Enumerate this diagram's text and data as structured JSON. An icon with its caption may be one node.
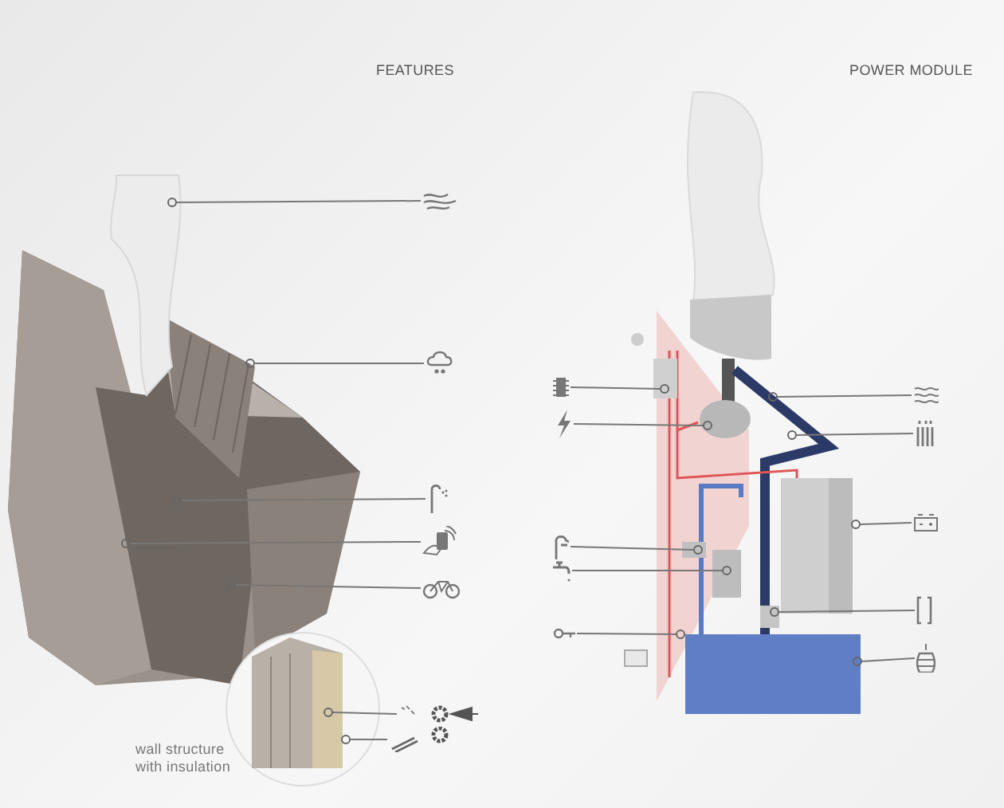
{
  "diagram": {
    "nodes": [
      {
        "text": [],
        "shape": "circle"
      },
      {
        "text": [],
        "shape": "circle"
      },
      {
        "text": [],
        "shape": "circle"
      },
      {
        "text": [],
        "shape": "circle"
      },
      {
        "text": [],
        "shape": "circle"
      },
      {
        "text": [],
        "shape": "circle"
      },
      {
        "text": [],
        "shape": "circle"
      },
      {
        "text": [],
        "shape": "picture"
      },
      {
        "text": [],
        "shape": "picture"
      },
      {
        "text": [],
        "shape": "picture"
      },
      {
        "text": [],
        "shape": "picture"
      },
      {
        "text": [],
        "shape": "picture"
      },
      {
        "text": [],
        "shape": "picture"
      },
      {
        "text": [],
        "shape": "picture"
      },
      {
        "text": [],
        "shape": "circle"
      },
      {
        "text": [],
        "shape": "circle"
      },
      {
        "text": [],
        "shape": "circle"
      },
      {
        "text": [],
        "shape": "circle"
      },
      {
        "text": [],
        "shape": "circle"
      },
      {
        "text": [],
        "shape": "circle"
      },
      {
        "text": [],
        "shape": "circle"
      },
      {
        "text": [],
        "shape": "circle"
      },
      {
        "text": [],
        "shape": "circle"
      },
      {
        "text": [],
        "shape": "circle"
      },
      {
        "text": [],
        "shape": "box"
      },
      {
        "text": [],
        "shape": "picture"
      },
      {
        "text": [],
        "shape": "picture"
      },
      {
        "text": [],
        "shape": "picture"
      },
      {
        "text": [],
        "shape": "picture"
      },
      {
        "text": [],
        "shape": "picture"
      },
      {
        "text": [],
        "shape": "picture"
      },
      {
        "text": [],
        "shape": "box"
      },
      {
        "text": [],
        "shape": "picture"
      },
      {
        "text": [],
        "shape": "picture"
      }
    ],
    "edges": [
      {
        "from": 0,
        "to": 7,
        "arrow": "none"
      },
      {
        "from": 1,
        "to": 8,
        "arrow": "none"
      },
      {
        "from": 2,
        "to": 9,
        "arrow": "none"
      },
      {
        "from": 3,
        "to": 10,
        "arrow": "none"
      },
      {
        "from": 4,
        "to": 11,
        "arrow": "none"
      },
      {
        "from": 5,
        "to": 12,
        "arrow": "none"
      },
      {
        "from": 6,
        "to": 13,
        "arrow": "none"
      },
      {
        "from": 14,
        "to": 24,
        "arrow": "none"
      },
      {
        "from": 15,
        "to": 25,
        "arrow": "none"
      },
      {
        "from": 16,
        "to": 26,
        "arrow": "none"
      },
      {
        "from": 17,
        "to": 27,
        "arrow": "none"
      },
      {
        "from": 18,
        "to": 28,
        "arrow": "none"
      },
      {
        "from": 19,
        "to": 29,
        "arrow": "none"
      },
      {
        "from": 20,
        "to": 30,
        "arrow": "none"
      },
      {
        "from": 21,
        "to": 31,
        "arrow": "none"
      },
      {
        "from": 22,
        "to": 32,
        "arrow": "none"
      },
      {
        "from": 23,
        "to": 33,
        "arrow": "none"
      }
    ],
    "labels": [
      "FEATURES",
      "POWER MODULE",
      "wall structure with insulation"
    ]
  }
}
